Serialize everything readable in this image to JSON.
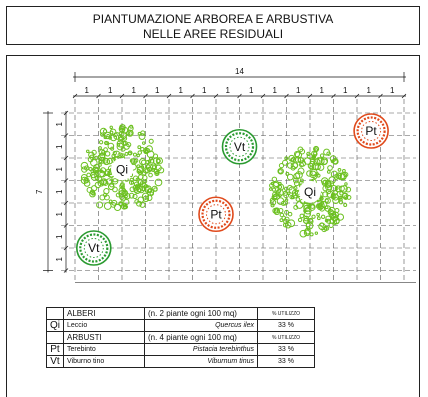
{
  "title": {
    "line1": "PIANTUMAZIONE ARBOREA E ARBUSTIVA",
    "line2": "NELLE AREE RESIDUALI"
  },
  "dimensions": {
    "total_width": "14",
    "total_height": "7",
    "unit_label": "1"
  },
  "plants": [
    {
      "code": "Qi",
      "kind": "tree-crown",
      "color": "#6cc020",
      "col": 2.0,
      "row": 2.5
    },
    {
      "code": "Qi",
      "kind": "tree-crown",
      "color": "#6cc020",
      "col": 10.0,
      "row": 3.5
    },
    {
      "code": "Vt",
      "kind": "shrub-ring",
      "color": "#2a9a30",
      "col": 7.0,
      "row": 1.5
    },
    {
      "code": "Vt",
      "kind": "shrub-ring",
      "color": "#2a9a30",
      "col": 0.8,
      "row": 6.0
    },
    {
      "code": "Pt",
      "kind": "shrub-ring",
      "color": "#e04a1c",
      "col": 12.6,
      "row": 0.8
    },
    {
      "code": "Pt",
      "kind": "shrub-ring",
      "color": "#e04a1c",
      "col": 6.0,
      "row": 4.5
    }
  ],
  "legend": {
    "alberi": {
      "label": "ALBERI",
      "density": "(n. 2 piante ogni 100 mq)",
      "usage_header": "% UTILIZZO"
    },
    "qi": {
      "code": "Qi",
      "common": "Leccio",
      "latin": "Quercus ilex",
      "pct": "33 %"
    },
    "arbusti": {
      "label": "ARBUSTI",
      "density": "(n. 4 piante ogni 100 mq)",
      "usage_header": "% UTILIZZO"
    },
    "pt": {
      "code": "Pt",
      "common": "Terebinto",
      "latin": "Pistacia terebinthus",
      "pct": "33 %"
    },
    "vt": {
      "code": "Vt",
      "common": "Viburno tino",
      "latin": "Viburnum tinus",
      "pct": "33 %"
    }
  }
}
